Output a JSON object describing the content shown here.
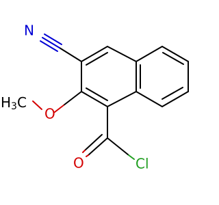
{
  "molecule": {
    "atoms": {
      "nitrogen": "N",
      "methoxy_oxygen": "O",
      "methyl_carbon": "H",
      "methyl_subscript": "3",
      "methyl_suffix": "C",
      "carbonyl_oxygen": "O",
      "chlorine": "Cl"
    },
    "colors": {
      "bond": "#000000",
      "nitrogen": "#0000d4",
      "oxygen": "#d40000",
      "chlorine": "#1f9e1f"
    }
  }
}
